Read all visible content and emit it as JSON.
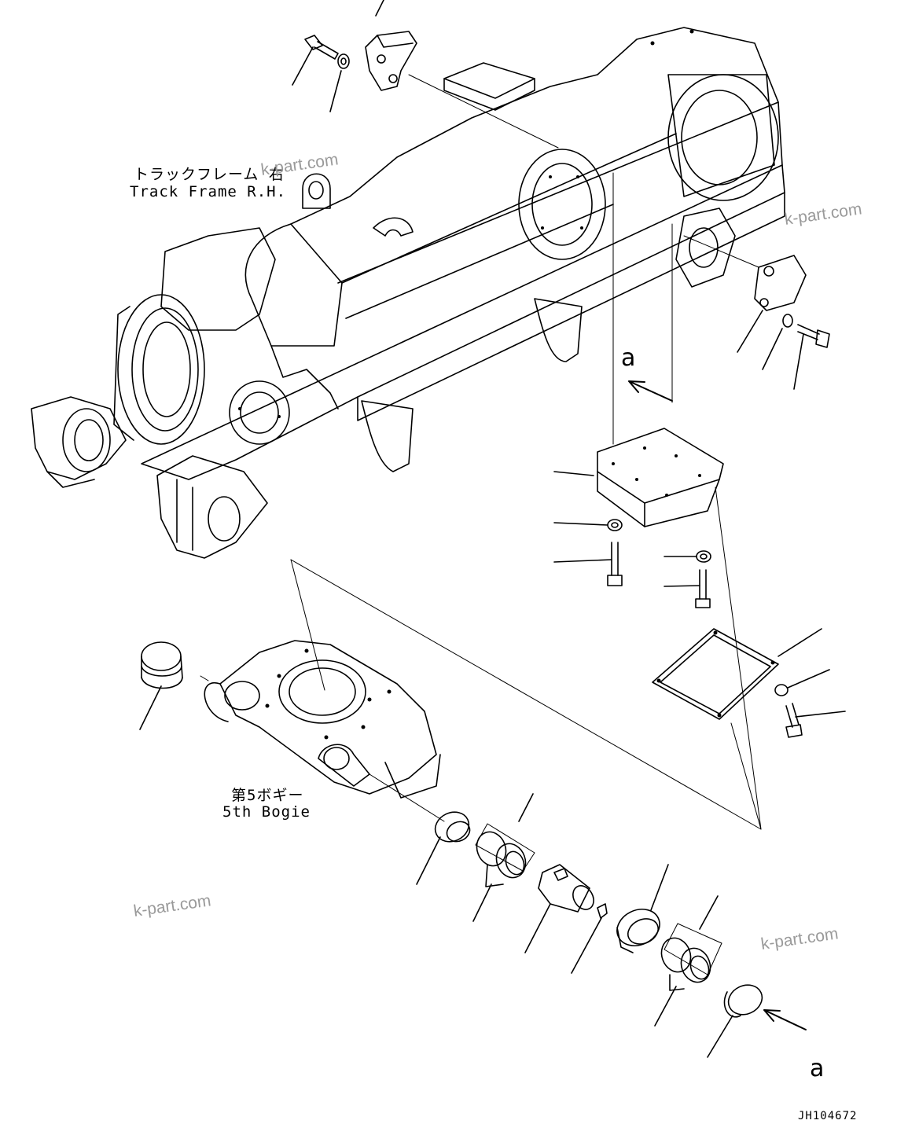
{
  "labels": {
    "track_frame_jp": "トラックフレーム 右",
    "track_frame_en": "Track Frame R.H.",
    "bogie_jp": "第5ボギー",
    "bogie_en": "5th Bogie",
    "view_mark_top": "a",
    "view_mark_bottom": "a",
    "drawing_code": "JH104672"
  },
  "watermarks": [
    "k-part.com",
    "k-part.com",
    "k-part.com",
    "k-part.com"
  ],
  "colors": {
    "line": "#000000",
    "watermark": "#9a9a9a",
    "background": "#ffffff"
  }
}
